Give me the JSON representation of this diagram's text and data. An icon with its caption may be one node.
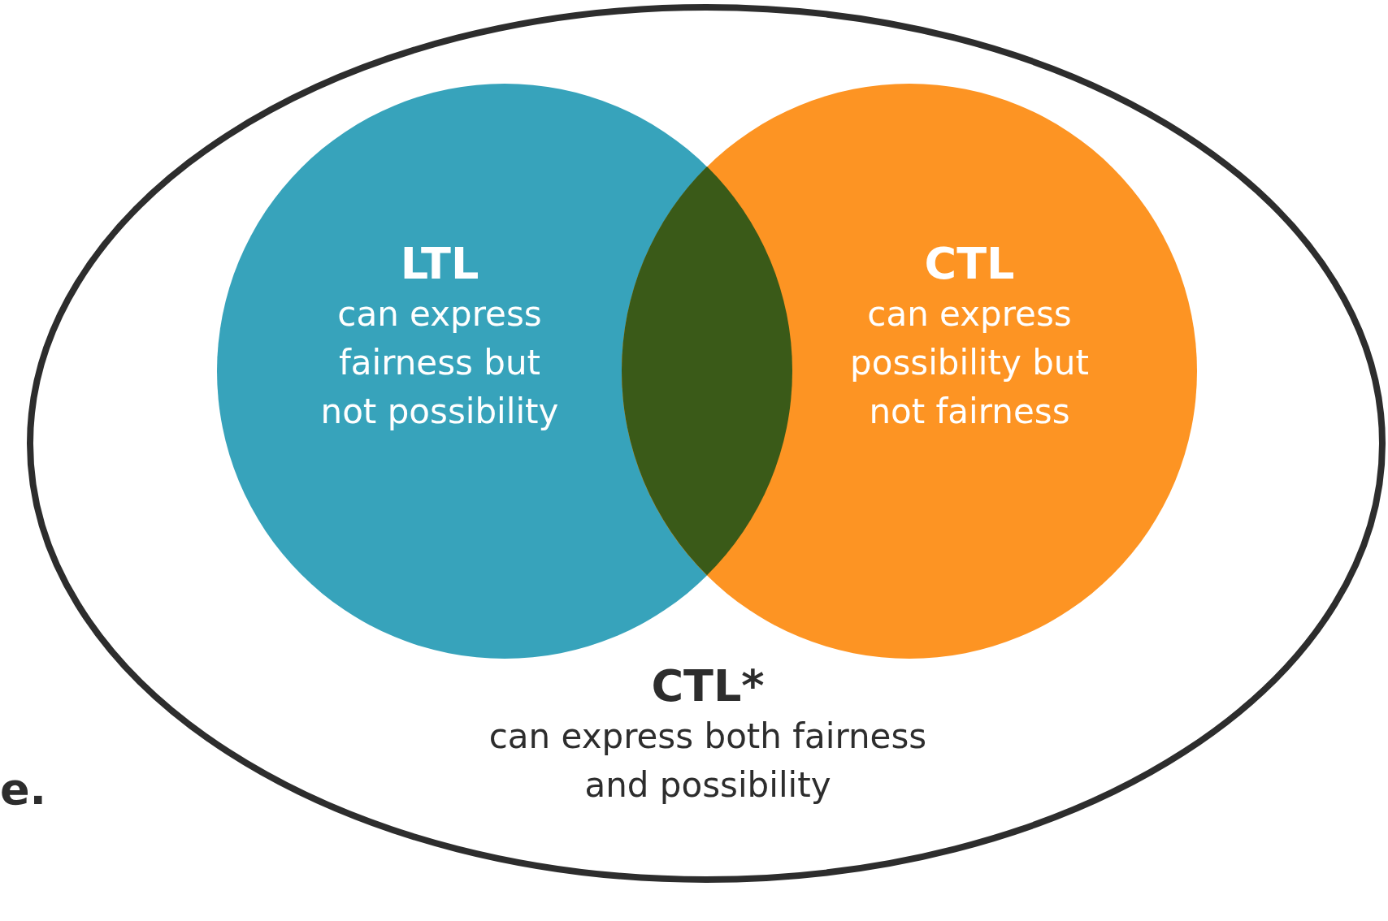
{
  "diagram": {
    "nodes": [
      {
        "text": [
          "CTL*",
          "can express both fairness and possibility"
        ]
      },
      {
        "text": [
          "LTL",
          "can express fairness but not possibility"
        ],
        "in": 0
      },
      {
        "text": [
          "CTL",
          "can express possibility but not fairness"
        ],
        "in": 0
      },
      {
        "text": [],
        "shape": "lens"
      }
    ],
    "labels": [
      "e."
    ]
  }
}
